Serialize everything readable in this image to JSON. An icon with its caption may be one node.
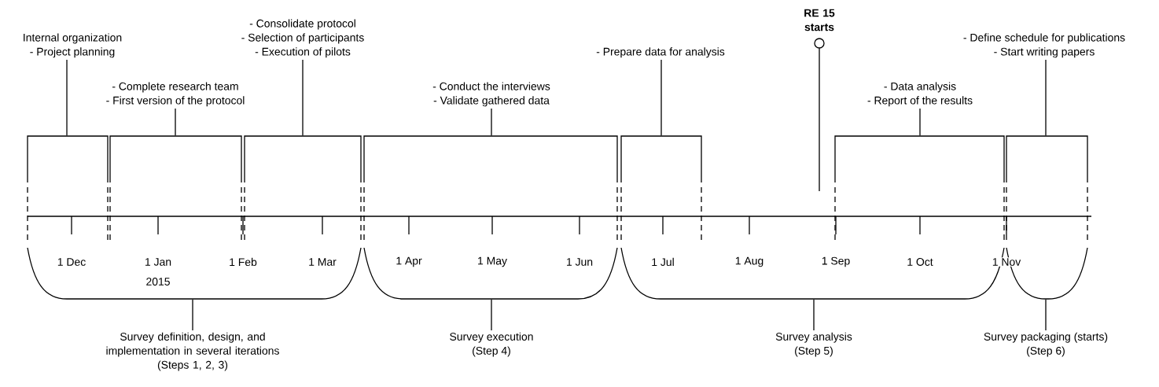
{
  "diagram": {
    "nodes": [
      {
        "text": [
          "Internal organization",
          "- Project planning"
        ]
      },
      {
        "text": [
          "- Complete research team",
          "- First version of the protocol"
        ]
      },
      {
        "text": [
          "- Consolidate protocol",
          "- Selection of participants",
          "- Execution of pilots"
        ]
      },
      {
        "text": [
          "- Conduct the interviews",
          "- Validate gathered data"
        ]
      },
      {
        "text": [
          "- Prepare data for analysis"
        ]
      },
      {
        "text": [
          "RE 15 starts"
        ]
      },
      {
        "text": [
          "- Data analysis",
          "- Report of the results"
        ]
      },
      {
        "text": [
          "- Define schedule for publications",
          "- Start writing papers"
        ]
      },
      {
        "text": [
          "Survey definition, design, and implementation in several iterations",
          "(Steps 1, 2, 3)"
        ]
      },
      {
        "text": [
          "Survey execution",
          "(Step 4)"
        ]
      },
      {
        "text": [
          "Survey analysis",
          "(Step 5)"
        ]
      },
      {
        "text": [
          "Survey packaging (starts)",
          "(Step 6)"
        ]
      },
      {
        "text": [],
        "shape": "bracket"
      },
      {
        "text": [],
        "shape": "bracket"
      },
      {
        "text": [],
        "shape": "bracket"
      },
      {
        "text": [],
        "shape": "bracket"
      },
      {
        "text": [],
        "shape": "bracket"
      },
      {
        "text": [],
        "shape": "bracket"
      },
      {
        "text": [],
        "shape": "bracket"
      },
      {
        "text": [],
        "shape": "brace"
      },
      {
        "text": [],
        "shape": "brace"
      },
      {
        "text": [],
        "shape": "brace"
      },
      {
        "text": [],
        "shape": "brace"
      }
    ],
    "edges": [
      {
        "from": 0,
        "to": 12,
        "arrow": "none"
      },
      {
        "from": 1,
        "to": 13,
        "arrow": "none"
      },
      {
        "from": 2,
        "to": 14,
        "arrow": "none"
      },
      {
        "from": 3,
        "to": 15,
        "arrow": "none"
      },
      {
        "from": 4,
        "to": 16,
        "arrow": "none"
      },
      {
        "from": 6,
        "to": 17,
        "arrow": "none"
      },
      {
        "from": 7,
        "to": 18,
        "arrow": "none"
      },
      {
        "from": 8,
        "to": 19,
        "arrow": "none"
      },
      {
        "from": 9,
        "to": 20,
        "arrow": "none"
      },
      {
        "from": 10,
        "to": 21,
        "arrow": "none"
      },
      {
        "from": 11,
        "to": 22,
        "arrow": "none"
      }
    ],
    "labels": [
      "1 Dec",
      "1 Jan",
      "1 Feb",
      "1 Mar",
      "1 Apr",
      "1 May",
      "1 Jun",
      "1 Jul",
      "1 Aug",
      "1 Sep",
      "1 Oct",
      "1 Nov",
      "2015"
    ]
  }
}
